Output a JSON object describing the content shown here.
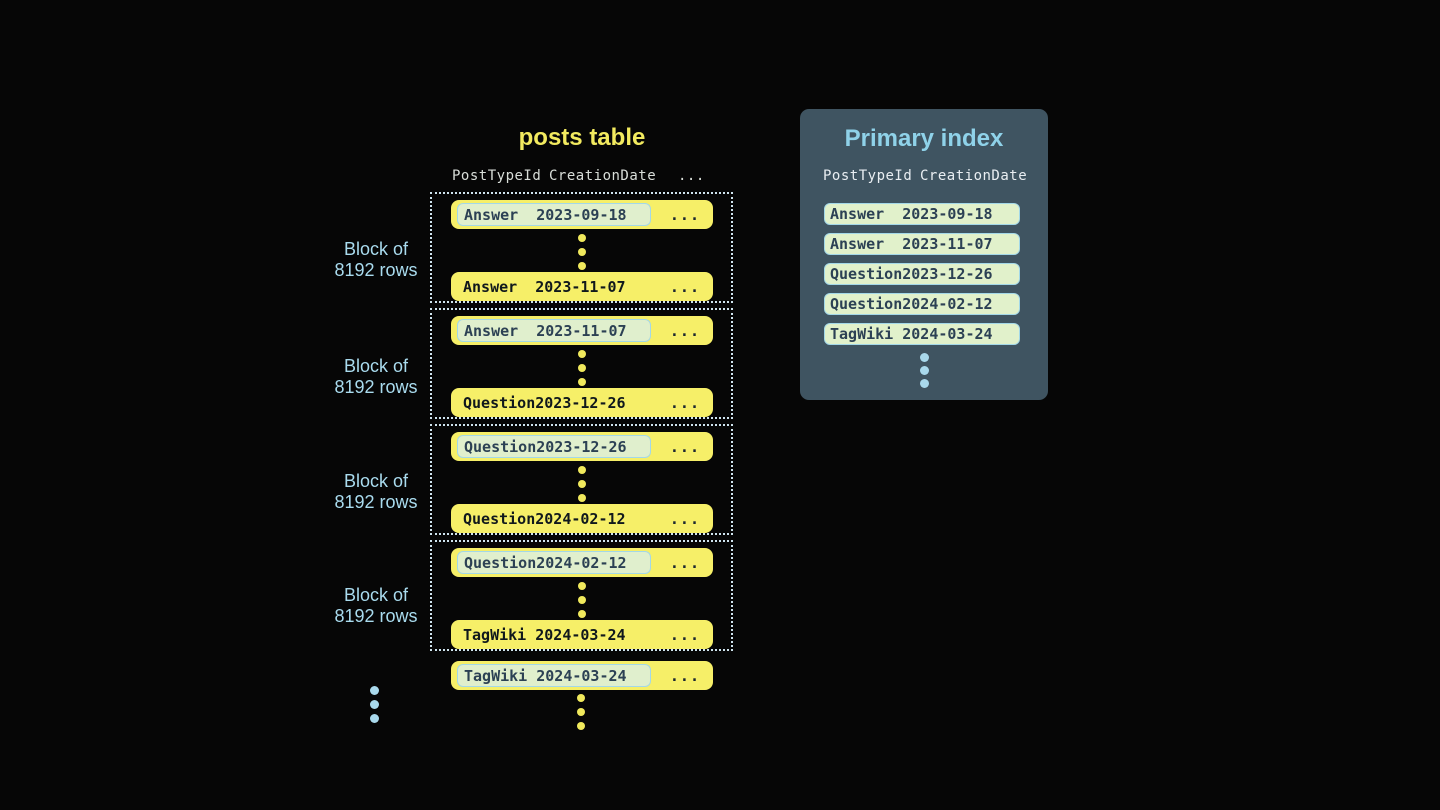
{
  "posts_table": {
    "title": "posts table",
    "header": {
      "col1": "PostTypeId",
      "col2": "CreationDate",
      "ellipsis": "..."
    },
    "ellipsis": "...",
    "blocks": [
      {
        "label_line1": "Block of",
        "label_line2": "8192 rows",
        "first": {
          "type": "Answer",
          "date": "2023-09-18"
        },
        "last": {
          "type": "Answer",
          "date": "2023-11-07"
        }
      },
      {
        "label_line1": "Block of",
        "label_line2": "8192 rows",
        "first": {
          "type": "Answer",
          "date": "2023-11-07"
        },
        "last": {
          "type": "Question",
          "date": "2023-12-26"
        }
      },
      {
        "label_line1": "Block of",
        "label_line2": "8192 rows",
        "first": {
          "type": "Question",
          "date": "2023-12-26"
        },
        "last": {
          "type": "Question",
          "date": "2024-02-12"
        }
      },
      {
        "label_line1": "Block of",
        "label_line2": "8192 rows",
        "first": {
          "type": "Question",
          "date": "2024-02-12"
        },
        "last": {
          "type": "TagWiki",
          "date": "2024-03-24"
        }
      }
    ],
    "trailing_row": {
      "type": "TagWiki",
      "date": "2024-03-24"
    }
  },
  "primary_index": {
    "title": "Primary index",
    "header": {
      "col1": "PostTypeId",
      "col2": "CreationDate"
    },
    "rows": [
      {
        "type": "Answer",
        "date": "2023-09-18"
      },
      {
        "type": "Answer",
        "date": "2023-11-07"
      },
      {
        "type": "Question",
        "date": "2023-12-26"
      },
      {
        "type": "Question",
        "date": "2024-02-12"
      },
      {
        "type": "TagWiki",
        "date": "2024-03-24"
      }
    ]
  },
  "colors": {
    "background": "#060606",
    "row_yellow": "#f6ef68",
    "title_yellow": "#f2ea5f",
    "highlight_green": "#e0efcd",
    "highlight_border_blue": "#a3d8e8",
    "navy_text": "#2c4154",
    "panel_slate": "#3f5461",
    "panel_title_blue": "#8fd2e9",
    "label_blue": "#a9dbee",
    "dotted_border": "#cfe4ee"
  }
}
